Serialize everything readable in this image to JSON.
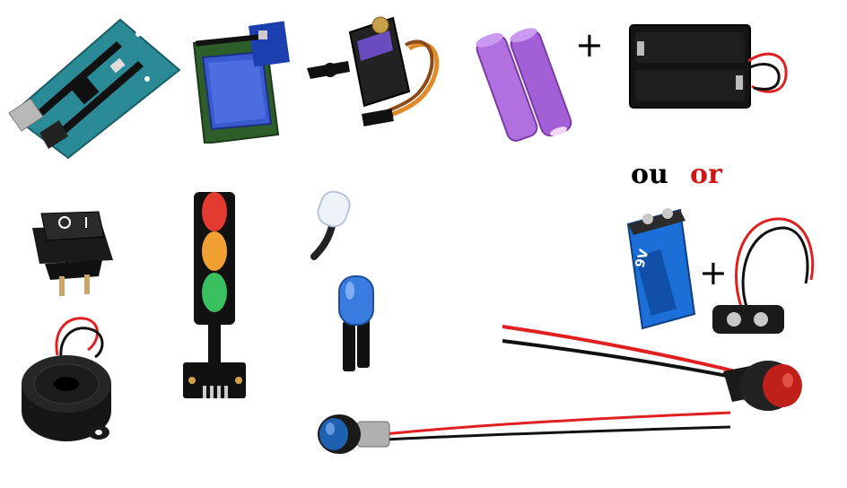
{
  "labels": {
    "plus_top": "+",
    "plus_battery": "+",
    "word_ou": "ou",
    "word_or": "or"
  },
  "battery_9v": {
    "voltage": "9V"
  },
  "colors": {
    "or_red": "#d01818",
    "arduino_teal": "#2a8a95",
    "lcd_green": "#2d5e2a",
    "lcd_screen": "#3a5ad0",
    "servo_body": "#222222",
    "servo_label": "#6a4bc0",
    "cell_purple": "#b070e0",
    "traffic_red": "#e33b2f",
    "traffic_yellow": "#f0a030",
    "traffic_green": "#3bc060",
    "led_blue": "#3a7be0",
    "battery_9v_blue": "#1b6fd6",
    "button_red": "#c0201a",
    "button_blue": "#2060b0",
    "wire_red": "#e02020",
    "wire_black": "#111111"
  },
  "components": [
    {
      "name": "arduino-mega-board",
      "icon": "arduino-mega"
    },
    {
      "name": "lcd-i2c-module",
      "icon": "lcd-1602"
    },
    {
      "name": "servo-motor",
      "icon": "servo"
    },
    {
      "name": "lithium-cells",
      "icon": "18650-cells"
    },
    {
      "name": "battery-holder",
      "icon": "2x-battery-holder"
    },
    {
      "name": "rocker-switch",
      "icon": "rocker-switch"
    },
    {
      "name": "traffic-light-module",
      "icon": "traffic-light"
    },
    {
      "name": "clear-led",
      "icon": "led-clear"
    },
    {
      "name": "blue-led",
      "icon": "led-blue"
    },
    {
      "name": "9v-battery",
      "icon": "9v-battery"
    },
    {
      "name": "battery-clip",
      "icon": "9v-snap"
    },
    {
      "name": "buzzer",
      "icon": "piezo-buzzer"
    },
    {
      "name": "red-push-button",
      "icon": "push-button"
    },
    {
      "name": "blue-push-button",
      "icon": "push-button"
    }
  ]
}
